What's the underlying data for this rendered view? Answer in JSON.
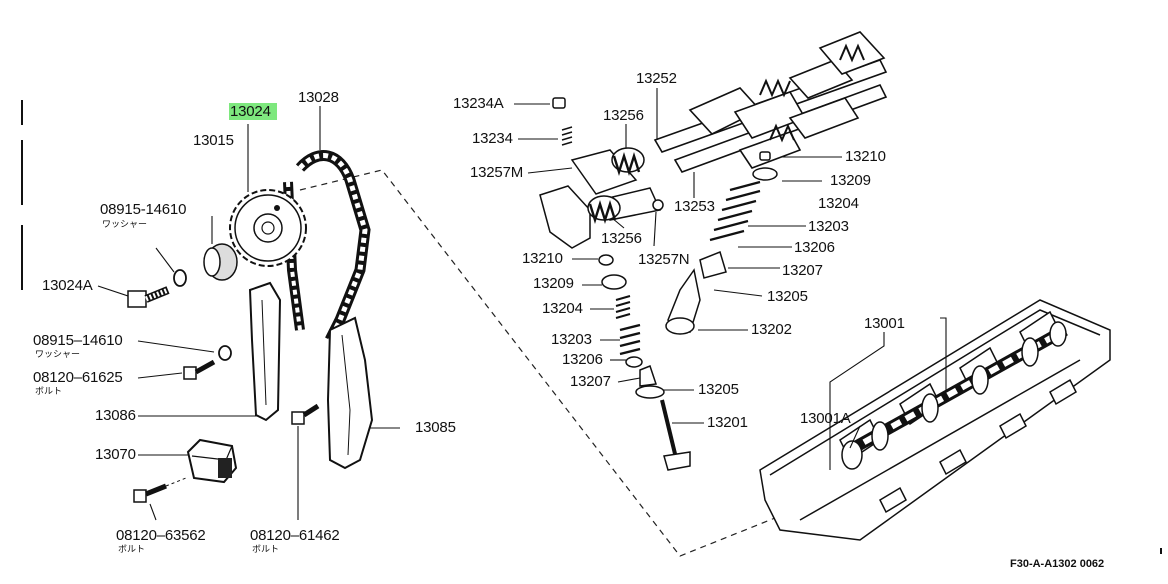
{
  "figure_code": "F30-A-A1302 0062",
  "highlight_color": "#7ee87e",
  "labels": {
    "p13024": "13024",
    "p13028": "13028",
    "p13015": "13015",
    "p08915_14610_top": "08915-14610",
    "p13024A": "13024A",
    "p08915_14610_mid": "08915–14610",
    "p08120_61625": "08120–61625",
    "p13086": "13086",
    "p13070": "13070",
    "p08120_63562": "08120–63562",
    "p08120_61462": "08120–61462",
    "p13085": "13085",
    "p13234A": "13234A",
    "p13234": "13234",
    "p13256_top": "13256",
    "p13252": "13252",
    "p13257M": "13257M",
    "p13256_bottom": "13256",
    "p13257N": "13257N",
    "p13253": "13253",
    "p13210_right": "13210",
    "p13209_right": "13209",
    "p13204_right": "13204",
    "p13203_right": "13203",
    "p13206_right": "13206",
    "p13207_right": "13207",
    "p13205_right": "13205",
    "p13202": "13202",
    "p13210_left": "13210",
    "p13209_left": "13209",
    "p13204_left": "13204",
    "p13203_left": "13203",
    "p13206_left": "13206",
    "p13207_left": "13207",
    "p13205_left": "13205",
    "p13201": "13201",
    "p13001": "13001",
    "p13001A": "13001A"
  },
  "sublabels": {
    "washer_top": "ワッシャー",
    "washer_mid": "ワッシャー",
    "bolt_61625": "ボルト",
    "bolt_63562": "ボルト",
    "bolt_61462": "ボルト"
  }
}
